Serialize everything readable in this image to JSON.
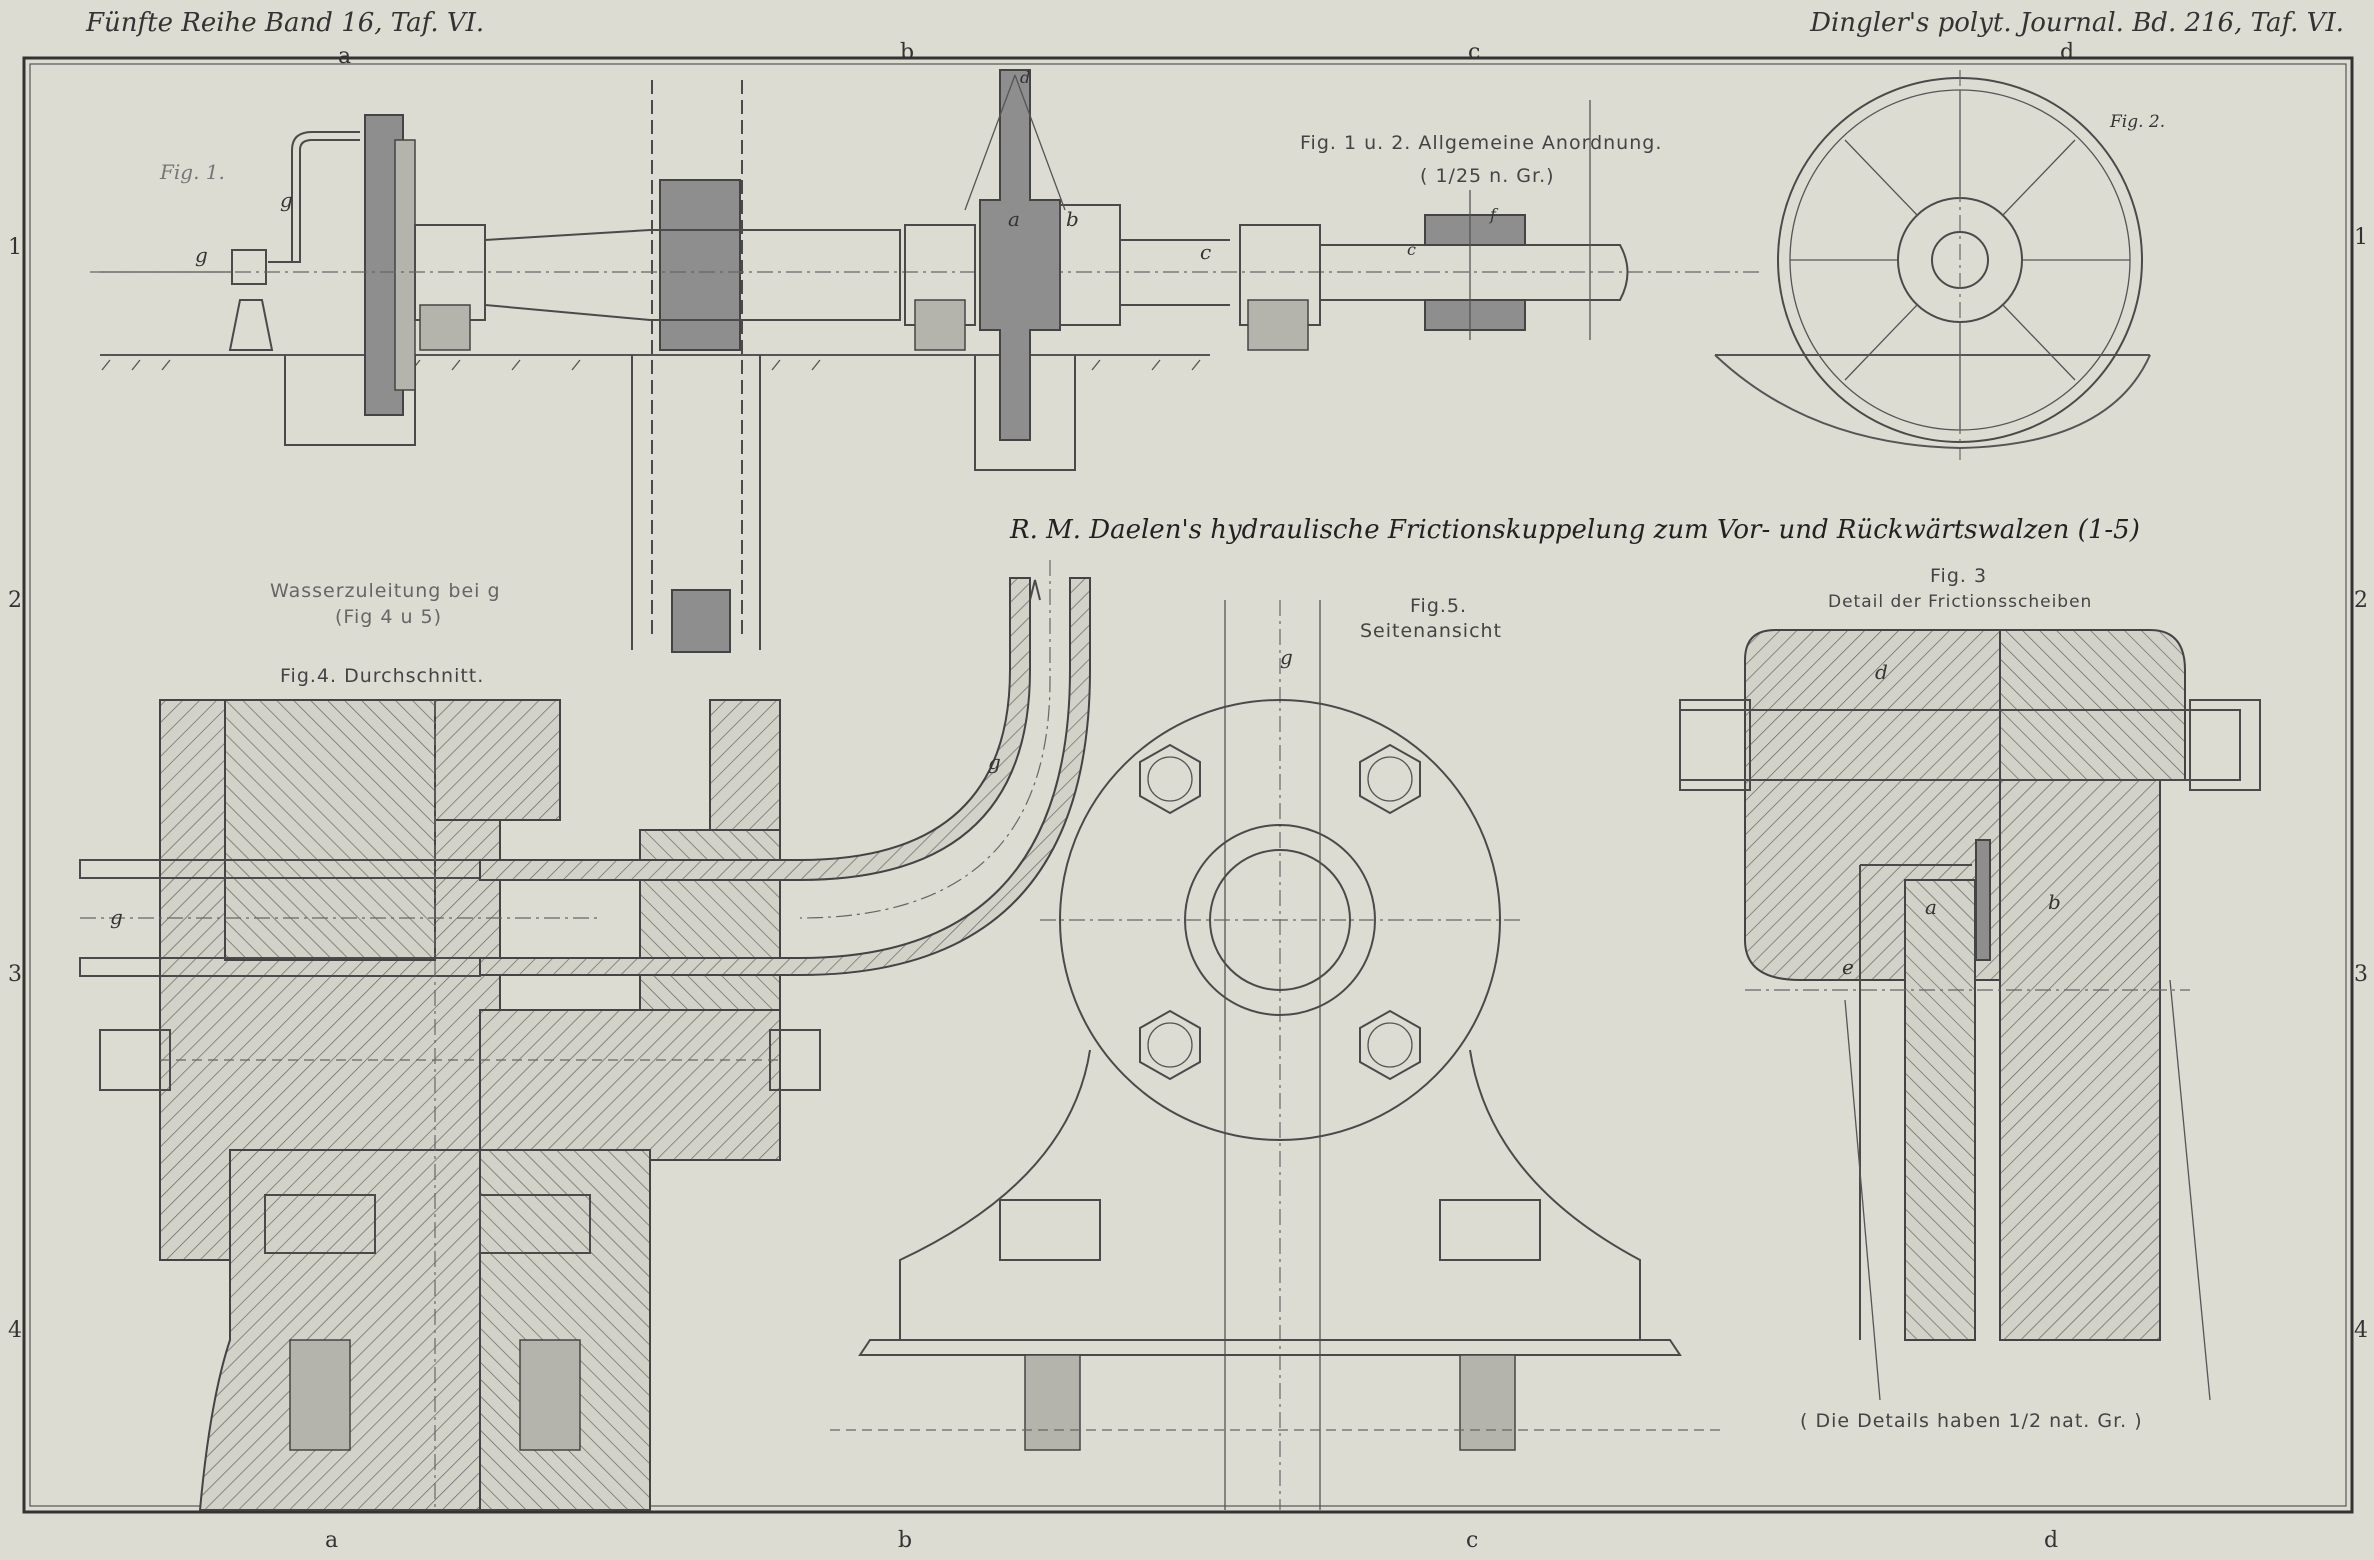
{
  "header": {
    "left": "Fünfte Reihe Band 16, Taf. VI.",
    "right": "Dingler's polyt. Journal. Bd. 216, Taf. VI."
  },
  "grid": {
    "cols": [
      "a",
      "b",
      "c",
      "d"
    ],
    "rows": [
      "1",
      "2",
      "3",
      "4"
    ]
  },
  "title": "R. M. Daelen's hydraulische Frictionskuppelung zum Vor- und Rückwärtswalzen (1-5)",
  "figures": {
    "fig1_label": "Fig. 1.",
    "fig12_caption": "Fig. 1 u. 2. Allgemeine Anordnung.",
    "fig12_scale": "( 1/25 n. Gr.)",
    "fig2_label": "Fig. 2.",
    "water_caption": "Wasserzuleitung bei g",
    "water_sub": "(Fig 4 u 5)",
    "fig4_caption": "Fig.4. Durchschnitt.",
    "fig5_label": "Fig.5.",
    "fig5_caption": "Seitenansicht",
    "fig3_label": "Fig. 3",
    "fig3_caption": "Detail der Frictionsscheiben",
    "details_note": "( Die Details haben 1/2 nat. Gr. )"
  },
  "letters": {
    "g": "g",
    "a": "a",
    "b": "b",
    "c": "c",
    "d": "d",
    "e": "e",
    "f": "f"
  },
  "colors": {
    "paper": "#dcdcd3",
    "ink": "#4a4a4a",
    "section_fill": "#8e8e8e"
  }
}
